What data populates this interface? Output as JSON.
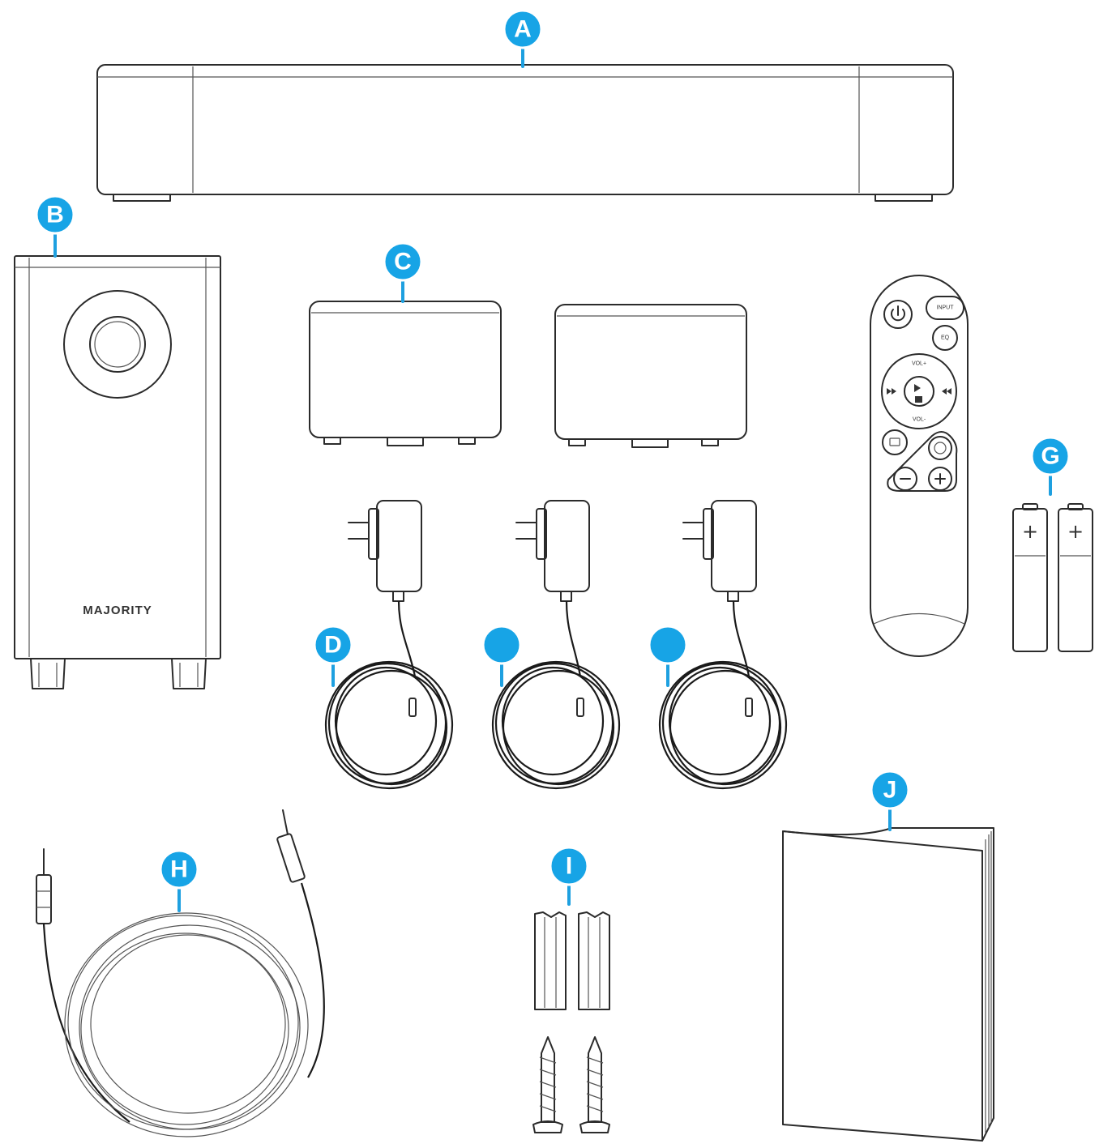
{
  "brand_text": "MAJORITY",
  "callouts": {
    "a": "A",
    "b": "B",
    "c": "C",
    "d": "D",
    "e": "",
    "f": "",
    "g": "G",
    "h": "H",
    "i": "I",
    "j": "J"
  },
  "remote_labels": {
    "input": "INPUT",
    "eq": "EQ",
    "vol_up": "VOL+",
    "vol_down": "VOL-"
  },
  "battery_symbol": "+",
  "colors": {
    "callout": "#17a4e6",
    "line_art": "#2b2b2b"
  }
}
